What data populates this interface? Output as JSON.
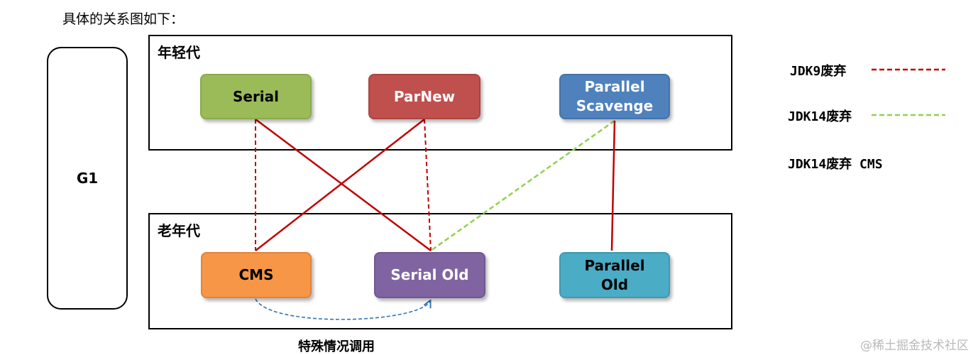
{
  "caption": "具体的关系图如下：",
  "g1_label": "G1",
  "regions": {
    "young": "年轻代",
    "old": "老年代"
  },
  "nodes": {
    "serial": "Serial",
    "parnew": "ParNew",
    "parallel_scavenge": "Parallel\nScavenge",
    "cms": "CMS",
    "serial_old": "Serial Old",
    "parallel_old": "Parallel\nOld"
  },
  "special_call_label": "特殊情况调用",
  "legend": {
    "jdk9": "JDK9废弃",
    "jdk14": "JDK14废弃",
    "jdk14_cms": "JDK14废弃 CMS"
  },
  "watermark": "@稀土掘金技术社区",
  "colors": {
    "serial": "#9bbb59",
    "parnew": "#c0504d",
    "parallel_scavenge": "#4f81bd",
    "cms": "#f79646",
    "serial_old": "#8064a2",
    "parallel_old": "#4bacc6",
    "solid_line": "#c00000",
    "jdk9_dash": "#c00000",
    "jdk14_dash": "#92d050",
    "special_call": "#2e75b6"
  }
}
